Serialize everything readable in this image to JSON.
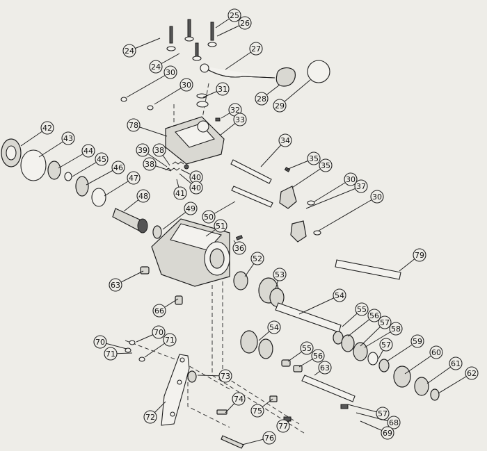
{
  "callouts": [
    {
      "label": "24"
    },
    {
      "label": "24"
    },
    {
      "label": "25"
    },
    {
      "label": "26"
    },
    {
      "label": "27"
    },
    {
      "label": "28"
    },
    {
      "label": "29"
    },
    {
      "label": "30"
    },
    {
      "label": "30"
    },
    {
      "label": "31"
    },
    {
      "label": "32"
    },
    {
      "label": "33"
    },
    {
      "label": "34"
    },
    {
      "label": "35"
    },
    {
      "label": "35"
    },
    {
      "label": "30"
    },
    {
      "label": "37"
    },
    {
      "label": "30"
    },
    {
      "label": "36"
    },
    {
      "label": "38"
    },
    {
      "label": "39"
    },
    {
      "label": "38"
    },
    {
      "label": "40"
    },
    {
      "label": "40"
    },
    {
      "label": "41"
    },
    {
      "label": "42"
    },
    {
      "label": "43"
    },
    {
      "label": "44"
    },
    {
      "label": "45"
    },
    {
      "label": "46"
    },
    {
      "label": "47"
    },
    {
      "label": "48"
    },
    {
      "label": "49"
    },
    {
      "label": "50"
    },
    {
      "label": "51"
    },
    {
      "label": "52"
    },
    {
      "label": "53"
    },
    {
      "label": "54"
    },
    {
      "label": "55"
    },
    {
      "label": "56"
    },
    {
      "label": "57"
    },
    {
      "label": "58"
    },
    {
      "label": "54"
    },
    {
      "label": "55"
    },
    {
      "label": "56"
    },
    {
      "label": "57"
    },
    {
      "label": "59"
    },
    {
      "label": "60"
    },
    {
      "label": "61"
    },
    {
      "label": "62"
    },
    {
      "label": "63"
    },
    {
      "label": "63"
    },
    {
      "label": "66"
    },
    {
      "label": "57"
    },
    {
      "label": "68"
    },
    {
      "label": "69"
    },
    {
      "label": "70"
    },
    {
      "label": "70"
    },
    {
      "label": "71"
    },
    {
      "label": "71"
    },
    {
      "label": "72"
    },
    {
      "label": "73"
    },
    {
      "label": "74"
    },
    {
      "label": "75"
    },
    {
      "label": "76"
    },
    {
      "label": "77"
    },
    {
      "label": "78"
    },
    {
      "label": "79"
    }
  ]
}
